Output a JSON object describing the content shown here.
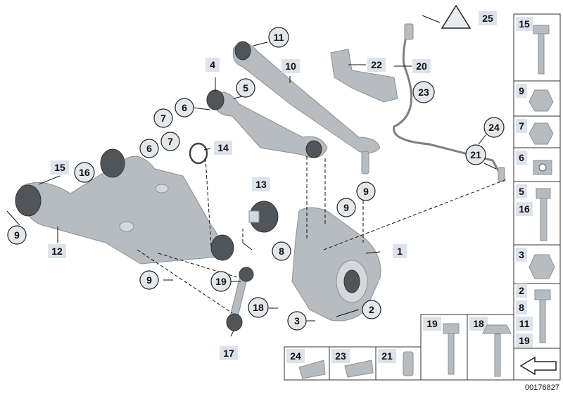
{
  "diagram": {
    "callouts": [
      {
        "id": "c1",
        "label": "1",
        "style": "box"
      },
      {
        "id": "c2",
        "label": "2",
        "style": "circle"
      },
      {
        "id": "c3",
        "label": "3",
        "style": "circle"
      },
      {
        "id": "c4",
        "label": "4",
        "style": "box"
      },
      {
        "id": "c5",
        "label": "5",
        "style": "circle"
      },
      {
        "id": "c6a",
        "label": "6",
        "style": "circle"
      },
      {
        "id": "c6b",
        "label": "6",
        "style": "circle"
      },
      {
        "id": "c7a",
        "label": "7",
        "style": "circle"
      },
      {
        "id": "c7b",
        "label": "7",
        "style": "circle"
      },
      {
        "id": "c8",
        "label": "8",
        "style": "circle"
      },
      {
        "id": "c9a",
        "label": "9",
        "style": "circle"
      },
      {
        "id": "c9b",
        "label": "9",
        "style": "circle"
      },
      {
        "id": "c9c",
        "label": "9",
        "style": "circle"
      },
      {
        "id": "c9d",
        "label": "9",
        "style": "circle"
      },
      {
        "id": "c10",
        "label": "10",
        "style": "box"
      },
      {
        "id": "c11",
        "label": "11",
        "style": "circle"
      },
      {
        "id": "c12",
        "label": "12",
        "style": "box"
      },
      {
        "id": "c13",
        "label": "13",
        "style": "box"
      },
      {
        "id": "c14",
        "label": "14",
        "style": "box"
      },
      {
        "id": "c15",
        "label": "15",
        "style": "box"
      },
      {
        "id": "c16",
        "label": "16",
        "style": "circle"
      },
      {
        "id": "c17",
        "label": "17",
        "style": "box"
      },
      {
        "id": "c18",
        "label": "18",
        "style": "circle"
      },
      {
        "id": "c19",
        "label": "19",
        "style": "circle"
      },
      {
        "id": "c20",
        "label": "20",
        "style": "box"
      },
      {
        "id": "c21",
        "label": "21",
        "style": "circle"
      },
      {
        "id": "c22",
        "label": "22",
        "style": "box"
      },
      {
        "id": "c23",
        "label": "23",
        "style": "circle"
      },
      {
        "id": "c24",
        "label": "24",
        "style": "circle"
      },
      {
        "id": "c25",
        "label": "25",
        "style": "box"
      }
    ],
    "side_panels": [
      {
        "id": "p15",
        "labels": [
          "15"
        ]
      },
      {
        "id": "p9",
        "labels": [
          "9"
        ]
      },
      {
        "id": "p7",
        "labels": [
          "7"
        ]
      },
      {
        "id": "p6",
        "labels": [
          "6"
        ]
      },
      {
        "id": "p5",
        "labels": [
          "5",
          "16"
        ]
      },
      {
        "id": "p3",
        "labels": [
          "3"
        ]
      },
      {
        "id": "p2",
        "labels": [
          "2",
          "8",
          "11",
          "19"
        ]
      }
    ],
    "bottom_panels": [
      {
        "id": "b19",
        "labels": [
          "19"
        ]
      },
      {
        "id": "b18",
        "labels": [
          "18"
        ]
      },
      {
        "id": "b24",
        "labels": [
          "24"
        ]
      },
      {
        "id": "b23",
        "labels": [
          "23"
        ]
      },
      {
        "id": "b21",
        "labels": [
          "21"
        ]
      }
    ],
    "document_id": "00176827",
    "colors": {
      "part": "#b7bcc0",
      "bushing": "#50555a",
      "callout_fill": "#e4e8ec",
      "label_box": "#dde3ea"
    }
  }
}
